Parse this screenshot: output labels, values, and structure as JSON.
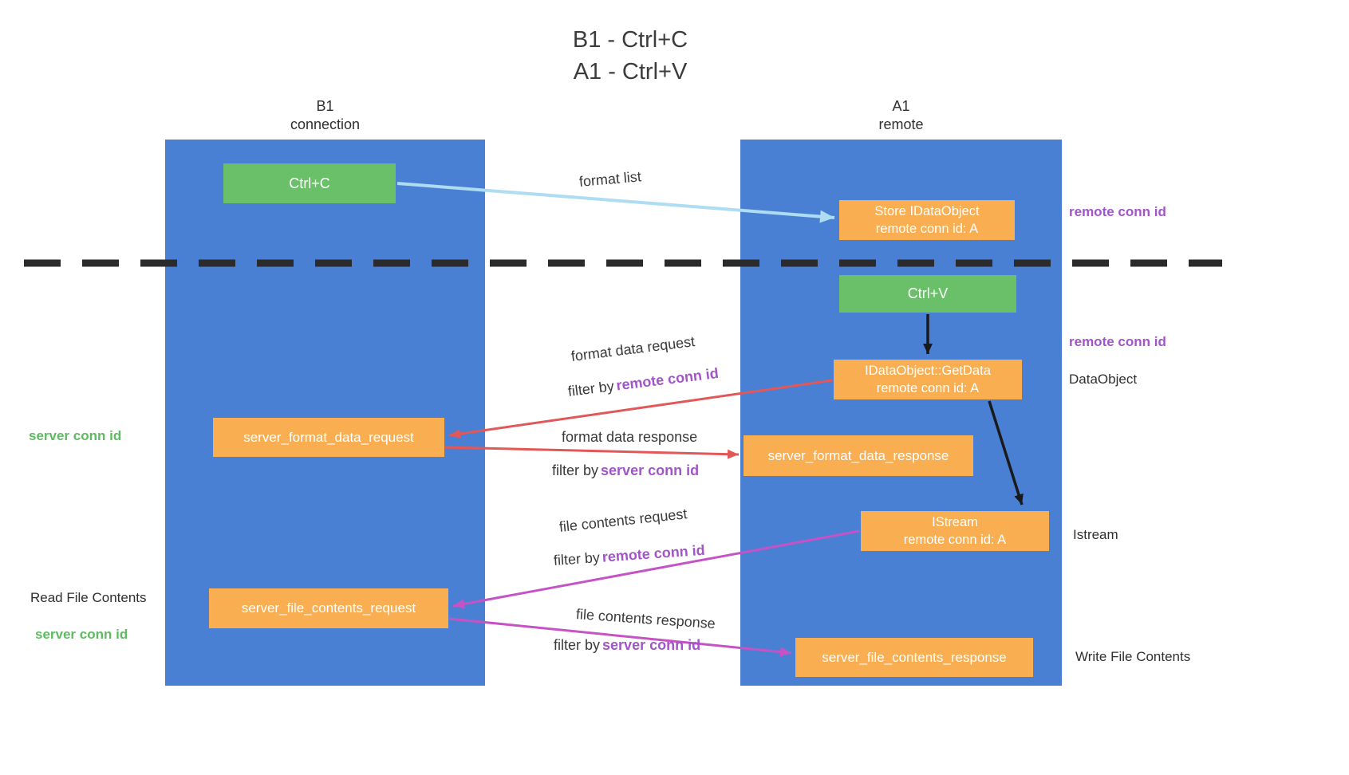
{
  "title": {
    "line1": "B1 - Ctrl+C",
    "line2": "A1 - Ctrl+V"
  },
  "lanes": {
    "left": {
      "name": "B1",
      "subtitle": "connection"
    },
    "right": {
      "name": "A1",
      "subtitle": "remote"
    }
  },
  "nodes": {
    "ctrl_c": {
      "label": "Ctrl+C"
    },
    "ctrl_v": {
      "label": "Ctrl+V"
    },
    "store_idataobject": {
      "line1": "Store IDataObject",
      "line2": "remote conn id: A"
    },
    "getdata": {
      "line1": "IDataObject::GetData",
      "line2": "remote conn id: A"
    },
    "istream": {
      "line1": "IStream",
      "line2": "remote conn id: A"
    },
    "format_request": {
      "label": "server_format_data_request"
    },
    "format_response": {
      "label": "server_format_data_response"
    },
    "file_request": {
      "label": "server_file_contents_request"
    },
    "file_response": {
      "label": "server_file_contents_response"
    }
  },
  "edges": {
    "format_list": {
      "label": "format list"
    },
    "format_data_request": {
      "label": "format data request",
      "filter_prefix": "filter by",
      "filter_value": "remote conn id"
    },
    "format_data_response": {
      "label": "format data response",
      "filter_prefix": "filter by",
      "filter_value": "server conn id"
    },
    "file_contents_request": {
      "label": "file contents request",
      "filter_prefix": "filter by",
      "filter_value": "remote conn id"
    },
    "file_contents_response": {
      "label": "file contents response",
      "filter_prefix": "filter by",
      "filter_value": "server conn id"
    }
  },
  "side_labels": {
    "remote_conn_id_store": "remote conn id",
    "remote_conn_id_getdata": "remote conn id",
    "dataobject": "DataObject",
    "istream": "Istream",
    "write_file_contents": "Write File Contents",
    "read_file_contents": "Read File Contents",
    "server_conn_id_format": "server conn id",
    "server_conn_id_file": "server conn id"
  },
  "colors": {
    "lane_blue": "#4a80d4",
    "action_green": "#6abf69",
    "node_orange": "#f9ae51",
    "arrow_light_blue": "#aedcf2",
    "arrow_red": "#e25757",
    "arrow_magenta": "#c653c6",
    "arrow_black": "#1a1a1a",
    "text_purple": "#a155c8",
    "text_green": "#5fba62",
    "divider_black": "#2b2b2b"
  }
}
